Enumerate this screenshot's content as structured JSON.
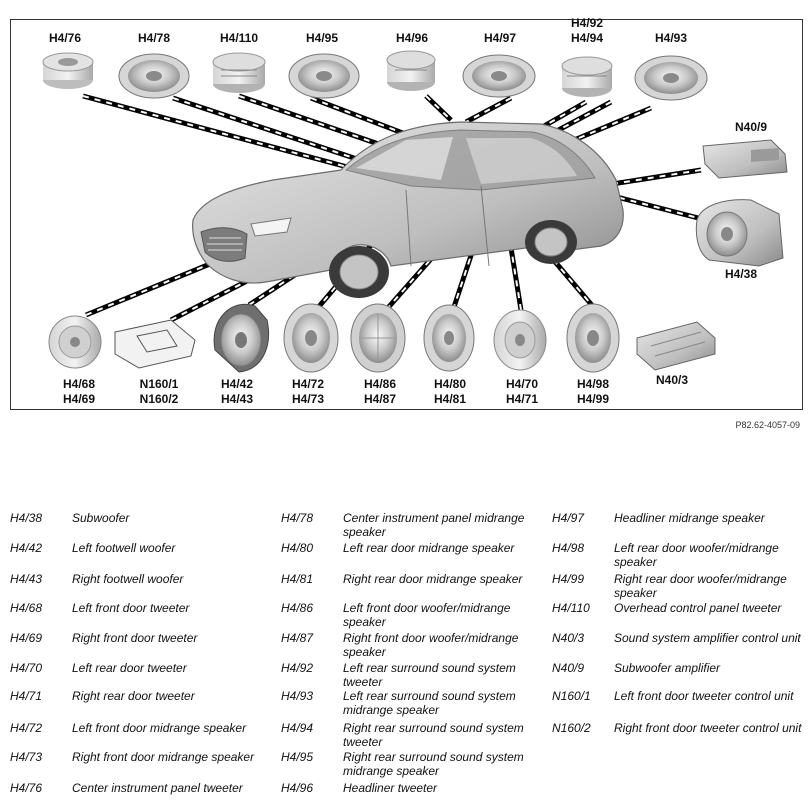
{
  "figure": {
    "reference": "P82.62-4057-09",
    "callouts_top": [
      {
        "id": "h4-76",
        "lines": [
          "H4/76"
        ]
      },
      {
        "id": "h4-78",
        "lines": [
          "H4/78"
        ]
      },
      {
        "id": "h4-110",
        "lines": [
          "H4/110"
        ]
      },
      {
        "id": "h4-95",
        "lines": [
          "H4/95"
        ]
      },
      {
        "id": "h4-96",
        "lines": [
          "H4/96"
        ]
      },
      {
        "id": "h4-97",
        "lines": [
          "H4/97"
        ]
      },
      {
        "id": "h4-92-94",
        "lines": [
          "H4/92",
          "H4/94"
        ]
      },
      {
        "id": "h4-93",
        "lines": [
          "H4/93"
        ]
      }
    ],
    "callouts_right": [
      {
        "id": "n40-9",
        "lines": [
          "N40/9"
        ]
      },
      {
        "id": "h4-38",
        "lines": [
          "H4/38"
        ]
      }
    ],
    "callouts_bottom": [
      {
        "id": "h4-68-69",
        "lines": [
          "H4/68",
          "H4/69"
        ]
      },
      {
        "id": "n160",
        "lines": [
          "N160/1",
          "N160/2"
        ]
      },
      {
        "id": "h4-42-43",
        "lines": [
          "H4/42",
          "H4/43"
        ]
      },
      {
        "id": "h4-72-73",
        "lines": [
          "H4/72",
          "H4/73"
        ]
      },
      {
        "id": "h4-86-87",
        "lines": [
          "H4/86",
          "H4/87"
        ]
      },
      {
        "id": "h4-80-81",
        "lines": [
          "H4/80",
          "H4/81"
        ]
      },
      {
        "id": "h4-70-71",
        "lines": [
          "H4/70",
          "H4/71"
        ]
      },
      {
        "id": "h4-98-99",
        "lines": [
          "H4/98",
          "H4/99"
        ]
      },
      {
        "id": "n40-3",
        "lines": [
          "N40/3"
        ]
      }
    ]
  },
  "legend": {
    "columns": [
      [
        {
          "code": "H4/38",
          "desc": "Subwoofer"
        },
        {
          "code": "H4/42",
          "desc": "Left footwell woofer"
        },
        {
          "code": "H4/43",
          "desc": "Right footwell woofer"
        },
        {
          "code": "H4/68",
          "desc": "Left front door tweeter"
        },
        {
          "code": "H4/69",
          "desc": "Right front door tweeter"
        },
        {
          "code": "H4/70",
          "desc": "Left rear door tweeter"
        },
        {
          "code": "H4/71",
          "desc": "Right rear door tweeter"
        },
        {
          "code": "H4/72",
          "desc": "Left front door midrange speaker"
        },
        {
          "code": "H4/73",
          "desc": "Right front door midrange speaker"
        },
        {
          "code": "H4/76",
          "desc": "Center instrument panel tweeter"
        }
      ],
      [
        {
          "code": "H4/78",
          "desc": "Center instrument panel midrange speaker"
        },
        {
          "code": "H4/80",
          "desc": "Left rear door midrange speaker"
        },
        {
          "code": "H4/81",
          "desc": "Right rear door midrange speaker"
        },
        {
          "code": "H4/86",
          "desc": "Left front door woofer/midrange speaker"
        },
        {
          "code": "H4/87",
          "desc": "Right front door woofer/midrange speaker"
        },
        {
          "code": "H4/92",
          "desc": "Left rear surround sound system tweeter"
        },
        {
          "code": "H4/93",
          "desc": "Left rear surround sound system midrange speaker"
        },
        {
          "code": "H4/94",
          "desc": "Right rear surround sound system tweeter"
        },
        {
          "code": "H4/95",
          "desc": "Right rear surround sound system midrange speaker"
        },
        {
          "code": "H4/96",
          "desc": "Headliner tweeter"
        }
      ],
      [
        {
          "code": "H4/97",
          "desc": "Headliner midrange speaker"
        },
        {
          "code": "H4/98",
          "desc": "Left rear door woofer/midrange speaker"
        },
        {
          "code": "H4/99",
          "desc": "Right rear door woofer/midrange speaker"
        },
        {
          "code": "H4/110",
          "desc": "Overhead control panel tweeter"
        },
        {
          "code": "N40/3",
          "desc": "Sound system amplifier control unit"
        },
        {
          "code": "N40/9",
          "desc": "Subwoofer amplifier"
        },
        {
          "code": "N160/1",
          "desc": "Left front door tweeter control unit"
        },
        {
          "code": "N160/2",
          "desc": "Right front door tweeter control unit"
        }
      ]
    ]
  }
}
